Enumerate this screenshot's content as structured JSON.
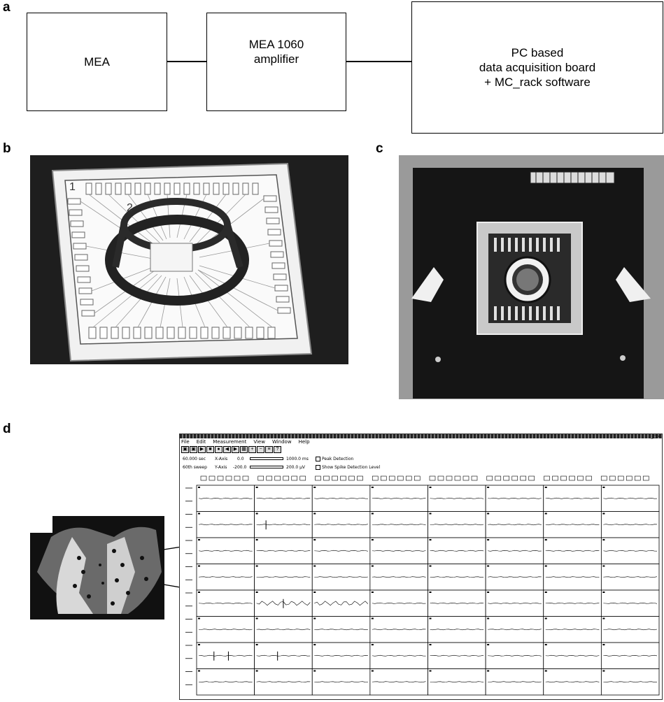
{
  "panels": {
    "a": "a",
    "b": "b",
    "c": "c",
    "d": "d"
  },
  "block_diagram": {
    "box1": "MEA",
    "box2_line1": "MEA 1060",
    "box2_line2": "amplifier",
    "box3_line1": "PC based",
    "box3_line2": "data acquisition board",
    "box3_line3": "+ MC_rack software"
  },
  "mea_photo": {
    "label_1": "1",
    "label_2": "2"
  },
  "software": {
    "menu": [
      "File",
      "Edit",
      "Measurement",
      "View",
      "Window",
      "Help"
    ],
    "readout_time": "60.000 sec",
    "readout_sweep": "60th sweep",
    "x_axis_label": "X-Axis",
    "y_axis_label": "Y-Axis",
    "x_min": "0.0",
    "x_max": "1000.0 ms",
    "y_min": "-200.0",
    "y_max": "200.0 µV",
    "peak_detection": "Peak Detection",
    "show_detection_level": "Show Spike Detection Level",
    "grid_rows": 8,
    "grid_cols": 8
  },
  "colors": {
    "line": "#000000",
    "photo_dark": "#1a1a1a",
    "photo_gray": "#8a8a8a",
    "window_frame": "#333333"
  }
}
